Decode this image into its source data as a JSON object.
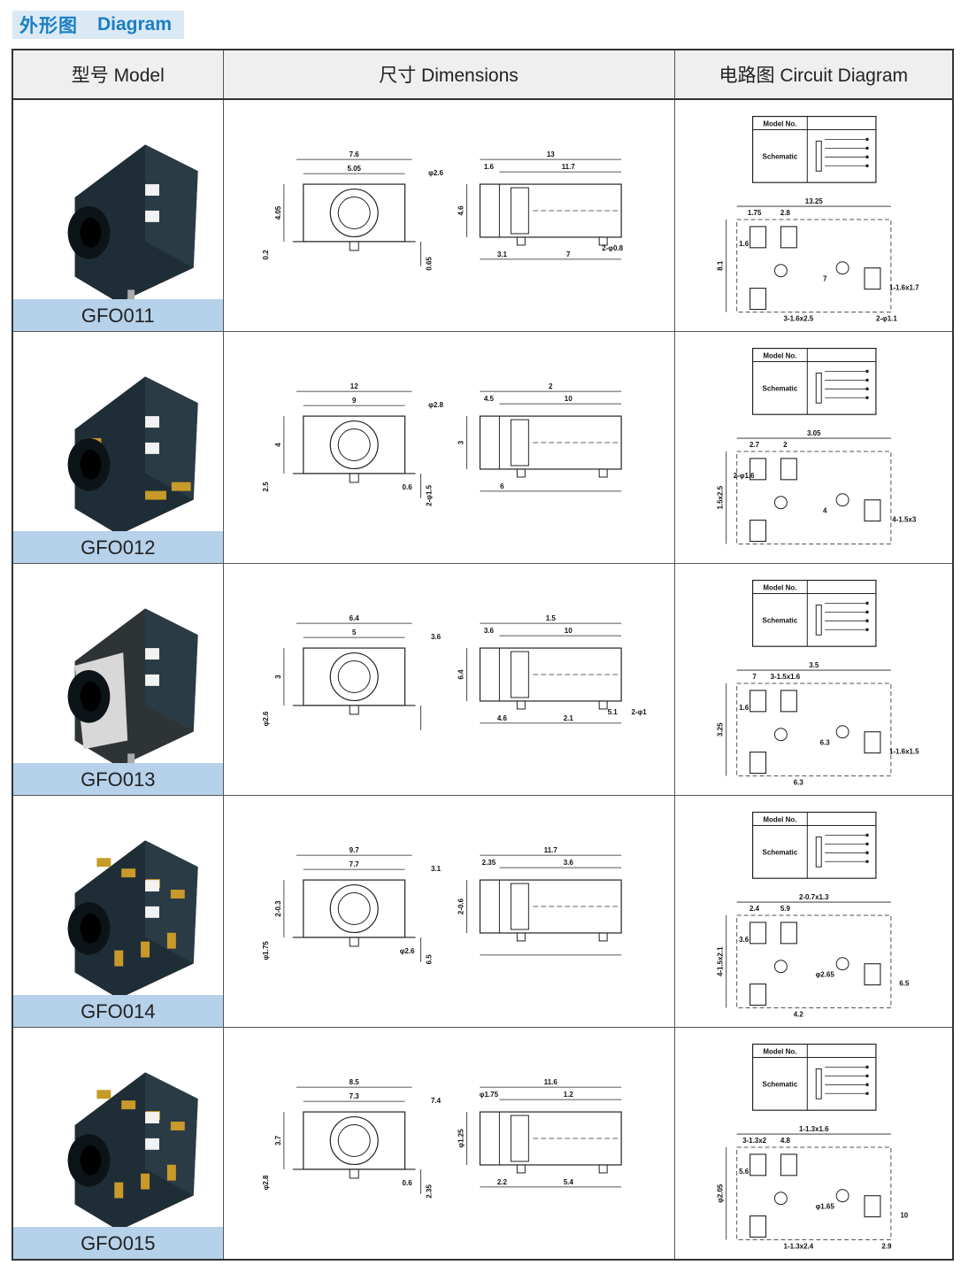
{
  "header": {
    "title_cn": "外形图",
    "title_en": "Diagram"
  },
  "columns": {
    "model": "型号 Model",
    "dimensions": "尺寸 Dimensions",
    "circuit": "电路图 Circuit Diagram"
  },
  "rows": [
    {
      "model": "GFO011",
      "front_labels": [
        "7.6",
        "5.05",
        "φ2.6",
        "4.05",
        "0.2",
        "0.65"
      ],
      "side_labels": [
        "13",
        "11.7",
        "1.6",
        "4.6",
        "3.1",
        "7",
        "2-φ0.8"
      ],
      "circuit_labels": [
        "13.25",
        "1.75",
        "2.8",
        "1.6",
        "8.1",
        "7",
        "1-1.6x1.7",
        "3-1.6x2.5",
        "2-φ1.1"
      ]
    },
    {
      "model": "GFO012",
      "front_labels": [
        "12",
        "9",
        "φ2.8",
        "4",
        "2.5",
        "2-φ1.5",
        "0.6"
      ],
      "side_labels": [
        "2",
        "10",
        "4.5",
        "3",
        "6"
      ],
      "circuit_labels": [
        "3.05",
        "2.7",
        "2",
        "2-φ1.6",
        "1.5x2.5",
        "4",
        "4-1.5x3"
      ]
    },
    {
      "model": "GFO013",
      "front_labels": [
        "6.4",
        "5",
        "3.6",
        "3",
        "φ2.6"
      ],
      "side_labels": [
        "1.5",
        "10",
        "3.6",
        "6.4",
        "4.6",
        "2.1",
        "5.1",
        "2-φ1"
      ],
      "circuit_labels": [
        "3.5",
        "7",
        "3-1.5x1.6",
        "1.6",
        "3.25",
        "6.3",
        "1-1.6x1.5",
        "6.3"
      ]
    },
    {
      "model": "GFO014",
      "front_labels": [
        "9.7",
        "7.7",
        "3.1",
        "2-0.3",
        "φ1.75",
        "6.5",
        "φ2.6"
      ],
      "side_labels": [
        "11.7",
        "3.6",
        "2.35",
        "2-0.6"
      ],
      "circuit_labels": [
        "2-0.7x1.3",
        "2.4",
        "5.9",
        "3.6",
        "4-1.5x2.1",
        "φ2.65",
        "6.5",
        "4.2"
      ]
    },
    {
      "model": "GFO015",
      "front_labels": [
        "8.5",
        "7.3",
        "7.4",
        "3.7",
        "φ2.8",
        "2.35",
        "0.6"
      ],
      "side_labels": [
        "11.6",
        "1.2",
        "φ1.75",
        "φ1.25",
        "2.2",
        "5.4"
      ],
      "circuit_labels": [
        "1-1.3x1.6",
        "3-1.3x2",
        "4.8",
        "5.6",
        "φ2.05",
        "φ1.65",
        "10",
        "1-1.3x2.4",
        "2.9"
      ]
    }
  ],
  "circuit_box": {
    "model_no": "Model No.",
    "schematic": "Schematic"
  },
  "colors": {
    "accent": "#1a7fc4",
    "tag_bg": "#dbe9f5",
    "model_bar": "#b6d1ea",
    "header_bg": "#efefef"
  }
}
